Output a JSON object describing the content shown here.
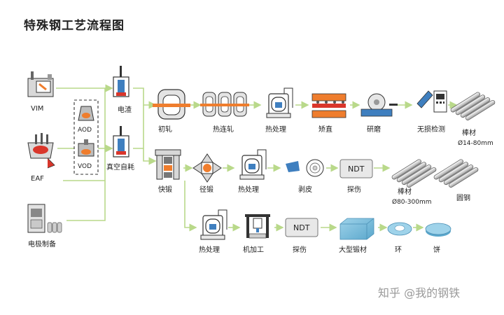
{
  "title": "特殊钢工艺流程图",
  "watermark": "知乎 @我的钢铁",
  "colors": {
    "flow_line": "#b9d98a",
    "box_blue": "#3f7fbf",
    "heat_red": "#d9362b",
    "orange": "#ef7d2d",
    "metal_gray": "#b8b8b8",
    "dark": "#333333"
  },
  "nodes": {
    "vim": "VIM",
    "eaf": "EAF",
    "aod": "AOD",
    "vod": "VOD",
    "electrode": "电极制备",
    "esr": "电渣",
    "var": "真空自耗",
    "rough_roll": "初轧",
    "hot_cont_roll": "热连轧",
    "heat_treat_1": "热处理",
    "straighten": "矫直",
    "grinding": "研磨",
    "ndt_inspect_1": "无损检测",
    "bar_small": "棒材",
    "bar_small_size": "Ø14-80mm",
    "fast_forge": "快锻",
    "radial_forge": "径锻",
    "heat_treat_2": "热处理",
    "peeling": "剥皮",
    "ndt_box_2": "NDT",
    "flaw_detect_2": "探伤",
    "bar_large": "棒材",
    "bar_large_size": "Ø80-300mm",
    "round_steel": "圆钢",
    "heat_treat_3": "热处理",
    "machining": "机加工",
    "ndt_box_3": "NDT",
    "flaw_detect_3": "探伤",
    "large_forging": "大型锻材",
    "ring": "环",
    "cake": "饼"
  }
}
